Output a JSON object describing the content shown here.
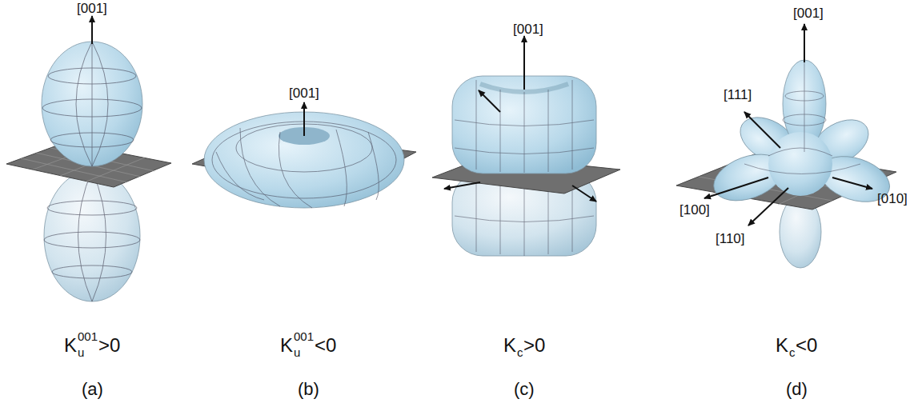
{
  "diagram": {
    "labels": [
      "[001]",
      "K",
      "u",
      "001",
      ">0",
      "(a)",
      "[001]",
      "K",
      "u",
      "001",
      "<0",
      "(b)",
      "[001]",
      "K",
      "c",
      ">0",
      "(c)",
      "[001]",
      "[111]",
      "[100]",
      "[010]",
      "[110]",
      "K",
      "c",
      "<0",
      "(d)"
    ]
  }
}
